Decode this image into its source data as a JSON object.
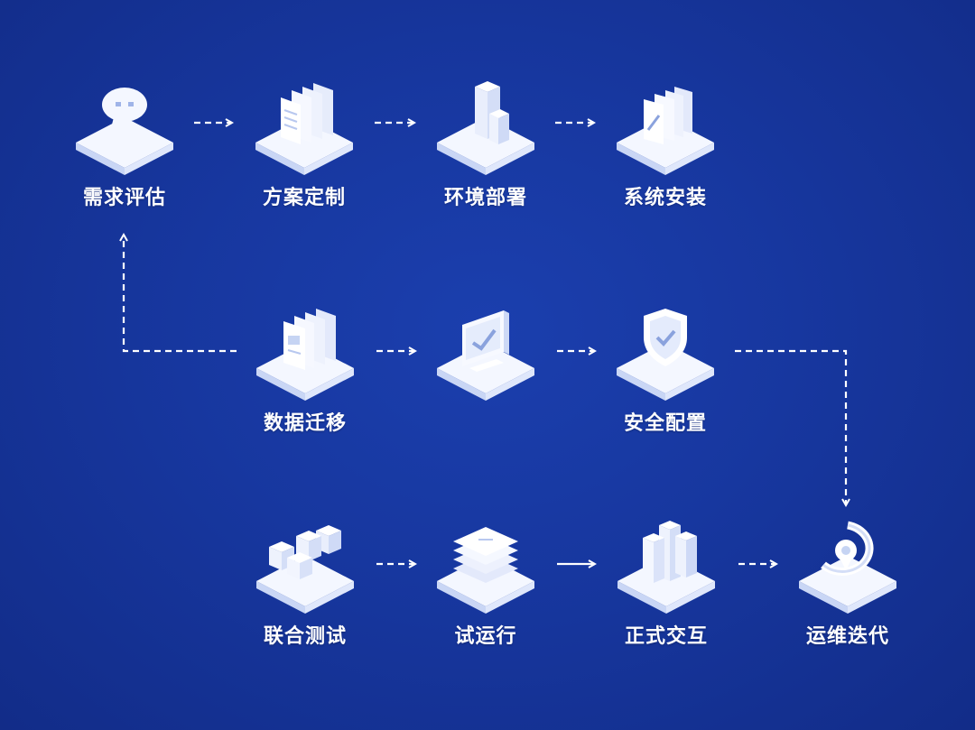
{
  "nodes": [
    {
      "id": "demand-assessment",
      "label": "需求评估",
      "icon": "chat-bubble-icon"
    },
    {
      "id": "solution-customization",
      "label": "方案定制",
      "icon": "documents-icon"
    },
    {
      "id": "environment-deployment",
      "label": "环境部署",
      "icon": "server-blocks-icon"
    },
    {
      "id": "system-installation",
      "label": "系统安装",
      "icon": "install-panels-icon"
    },
    {
      "id": "data-migration",
      "label": "数据迁移",
      "icon": "documents-icon"
    },
    {
      "id": "checkpoint",
      "label": "",
      "icon": "checkbox-monitor-icon"
    },
    {
      "id": "security-configuration",
      "label": "安全配置",
      "icon": "shield-check-icon"
    },
    {
      "id": "joint-testing",
      "label": "联合测试",
      "icon": "cubes-icon"
    },
    {
      "id": "trial-run",
      "label": "试运行",
      "icon": "layers-icon"
    },
    {
      "id": "official-delivery",
      "label": "正式交互",
      "icon": "building-blocks-icon"
    },
    {
      "id": "operations-iteration",
      "label": "运维迭代",
      "icon": "cycle-icon"
    }
  ],
  "colors": {
    "background": "#17379f",
    "icon_face": "#f4f7ff",
    "icon_side": "#c9d6f5",
    "connector": "#ffffff"
  }
}
